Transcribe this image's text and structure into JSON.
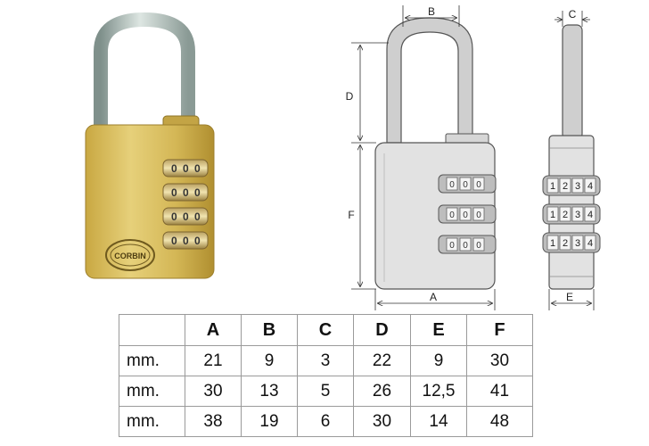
{
  "labels": {
    "a": "A",
    "b": "B",
    "c": "C",
    "d": "D",
    "e": "E",
    "f": "F"
  },
  "brand": "CORBIN",
  "dial_digits": {
    "front": [
      "0",
      "0",
      "0"
    ],
    "side": [
      "1",
      "2",
      "3",
      "4"
    ]
  },
  "table": {
    "headers": [
      "",
      "A",
      "B",
      "C",
      "D",
      "E",
      "F"
    ],
    "rows": [
      [
        "mm.",
        "21",
        "9",
        "3",
        "22",
        "9",
        "30"
      ],
      [
        "mm.",
        "30",
        "13",
        "5",
        "26",
        "12,5",
        "41"
      ],
      [
        "mm.",
        "38",
        "19",
        "6",
        "30",
        "14",
        "48"
      ]
    ]
  },
  "colors": {
    "brass": "#d8bd5a",
    "shackle": "#9fb0ab",
    "line": "#333333",
    "diagram_fill": "#dcdcdc"
  }
}
